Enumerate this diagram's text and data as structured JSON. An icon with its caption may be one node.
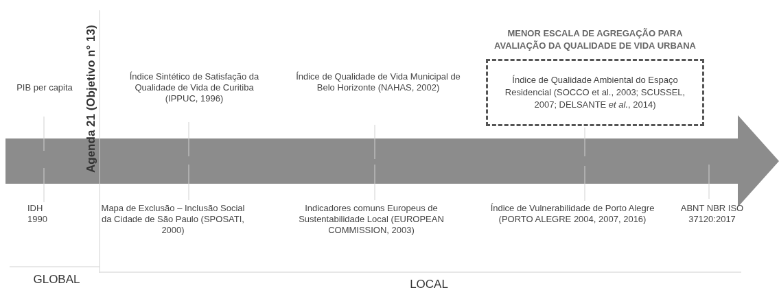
{
  "diagram": {
    "nodes": [
      {
        "text": [
          "MENOR ESCALA DE AGREGAÇÃO PARA AVALIAÇÃO DA QUALIDADE DE VIDA URBANA",
          "Índice de Qualidade Ambiental do Espaço Residencial (SOCCO et al., 2003; SCUSSEL, 2007; DELSANTE *et al.*, 2014)"
        ]
      }
    ],
    "labels": [
      "PIB per capita",
      "Agenda 21 (Objetivo n° 13)",
      "Índice Sintético de Satisfação da Qualidade de Vida de Curitiba (IPPUC, 1996)",
      "Índice de Qualidade de Vida Municipal de Belo Horizonte (NAHAS, 2002)",
      "IDH 1990",
      "Mapa de Exclusão – Inclusão Social da Cidade de São Paulo (SPOSATI, 2000)",
      "Indicadores comuns Europeus de Sustentabilidade Local (EUROPEAN COMMISSION, 2003)",
      "Índice de Vulnerabilidade de Porto Alegre (PORTO ALEGRE 2004, 2007, 2016)",
      "ABNT NBR ISO 37120:2017",
      "GLOBAL",
      "LOCAL"
    ]
  }
}
